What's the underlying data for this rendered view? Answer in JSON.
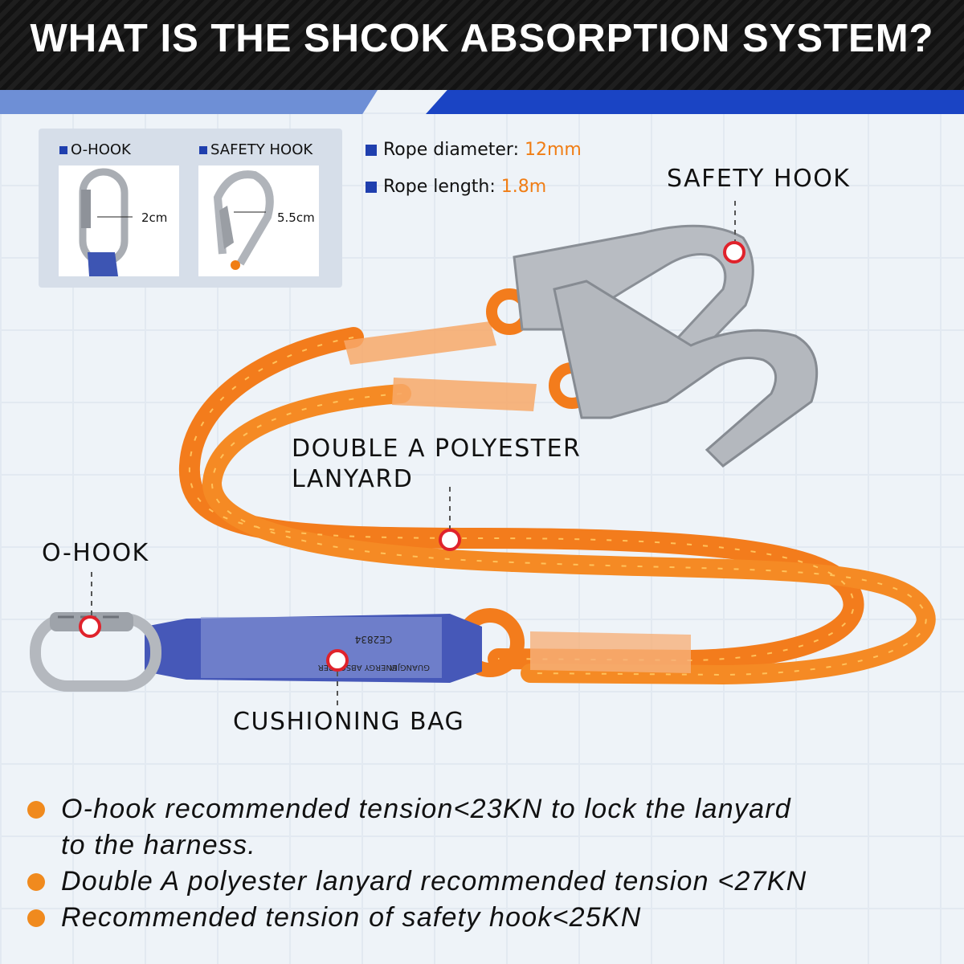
{
  "header": {
    "title": "WHAT IS THE SHCOK ABSORPTION SYSTEM?"
  },
  "hook_panel": {
    "o_hook": {
      "label": "O-HOOK",
      "dimension": "2cm"
    },
    "safety_hook": {
      "label": "SAFETY HOOK",
      "dimension": "5.5cm"
    }
  },
  "specs": [
    {
      "label": "Rope diameter: ",
      "value": "12mm"
    },
    {
      "label": "Rope length: ",
      "value": "1.8m"
    }
  ],
  "callouts": {
    "safety_hook": "SAFETY HOOK",
    "lanyard_line1": "DOUBLE A POLYESTER",
    "lanyard_line2": "LANYARD",
    "o_hook": "O-HOOK",
    "cushioning_bag": "CUSHIONING BAG"
  },
  "absorber_label": {
    "brand": "GUANGJIA",
    "text": "ENERGY ABSORBER",
    "mark": "CE2834"
  },
  "bullets": [
    {
      "line1": "O-hook recommended tension<23KN to lock the lanyard",
      "line2": "to the harness."
    },
    {
      "line1": "Double A polyester lanyard recommended tension <27KN"
    },
    {
      "line1": "Recommended tension of safety hook<25KN"
    }
  ],
  "colors": {
    "accent_orange": "#f07d14",
    "marker_red": "#e0222b",
    "brand_blue": "#1a44c4",
    "header_bg": "#151515"
  }
}
